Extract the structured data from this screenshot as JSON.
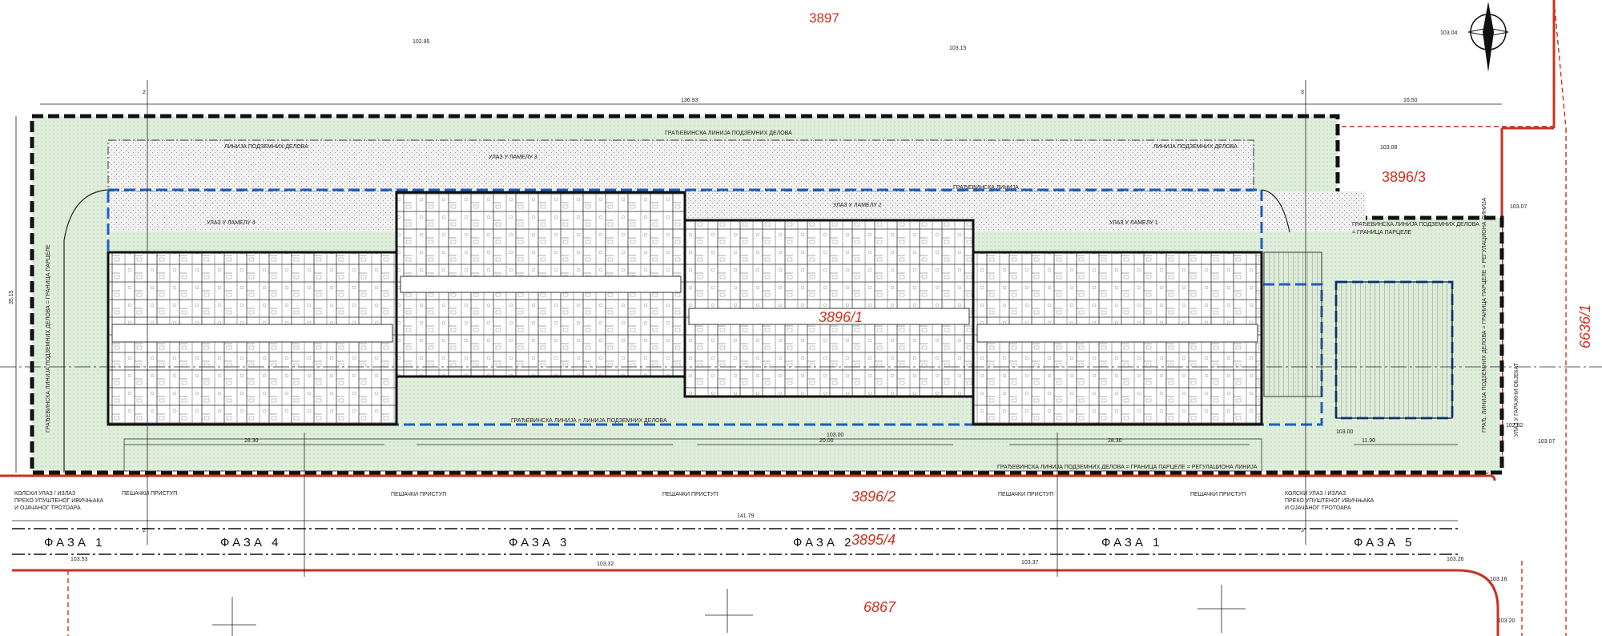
{
  "parcels": {
    "top": "3897",
    "right_upper": "3896/3",
    "main": "3896/1",
    "front": "3896/2",
    "phase_row": "3895/4",
    "street": "6867",
    "far_right": "6636/1"
  },
  "phases": [
    "ФАЗА 1",
    "ФАЗА 4",
    "ФАЗА 3",
    "ФАЗА 2",
    "ФАЗА 1",
    "ФАЗА 5"
  ],
  "building_line_labels": {
    "top_outer": "ГРАЂЕВИНСКА ЛИНИЈА ПОДЗЕМНИХ ДЕЛОВА",
    "top_inner": "ЛИНИЈА ПОДЗЕМНИХ ДЕЛОВА",
    "building_line": "ГРАЂЕВИНСКА ЛИНИЈА",
    "south_building_line": "ГРАЂЕВИНСКА ЛИНИЈА = ЛИНИЈА ПОДЗЕМНИХ ДЕЛОВА",
    "south_front": "ГРАЂЕВИНСКА ЛИНИЈА ПОДЗЕМНИХ ДЕЛОВА = ГРАНИЦА ПАРЦЕЛЕ = РЕГУЛАЦИОНА ЛИНИЈА",
    "east_note_1": "ГРАЂЕВИНСКА ЛИНИЈА ПОДЗЕМНИХ ДЕЛОВА",
    "east_note_2": "= ГРАНИЦА ПАРЦЕЛЕ",
    "west_vertical": "ГРАЂЕВИНСКА ЛИНИЈА ПОДЗЕМНИХ ДЕЛОВА = ГРАНИЦА ПАРЦЕЛЕ",
    "east_vertical": "ГРАЂ. ЛИНИЈА ПОДЗЕМНИХ ДЕЛОВА = ГРАНИЦА ПАРЦЕЛЕ = РЕГУЛАЦИОНА ЛИНИЈА"
  },
  "entrances": {
    "lamela4": "УЛАЗ У ЛАМЕЛУ 4",
    "lamela3": "УЛАЗ У ЛАМЕЛУ 3",
    "lamela2": "УЛАЗ У ЛАМЕЛУ 2",
    "lamela1": "УЛАЗ У ЛАМЕЛУ 1",
    "garage": "УЛАЗ У ГАРАЖНИ ОБЈЕКАТ"
  },
  "pedestrian_access": "ПЕШАЧКИ ПРИСТУП",
  "vehicle_access": [
    "КОЛСКИ УЛАЗ / ИЗЛАЗ",
    "ПРЕКО УПУШТЕНОГ ИВИЧЊАКА",
    "И ОЈАЧАНОГ ТРОТОАРА"
  ],
  "elevations": {
    "e1": "102.95",
    "e2": "103.15",
    "e3": "103.04",
    "e4": "103.08",
    "e5": "103.07",
    "e6": "103.07",
    "e7": "103.00",
    "e8": "103.00",
    "e9": "103.53",
    "e10": "103.32",
    "e11": "103.37",
    "e12": "103.26",
    "e13": "103.16",
    "e14": "103.20",
    "e15": "102.82"
  },
  "dimensions": {
    "top_total": "136.93",
    "top_right": "16.50",
    "bottom_total": "141.79",
    "left_height": "35.15",
    "seg1": "28.30",
    "seg2": "20.00",
    "seg3": "28.30",
    "seg4": "11.90"
  },
  "grid_axes": [
    "2",
    "3"
  ],
  "colors": {
    "parcel_red": "#c8331e",
    "building_blue": "#1f5fbf",
    "green_area": "#dfeedb"
  }
}
